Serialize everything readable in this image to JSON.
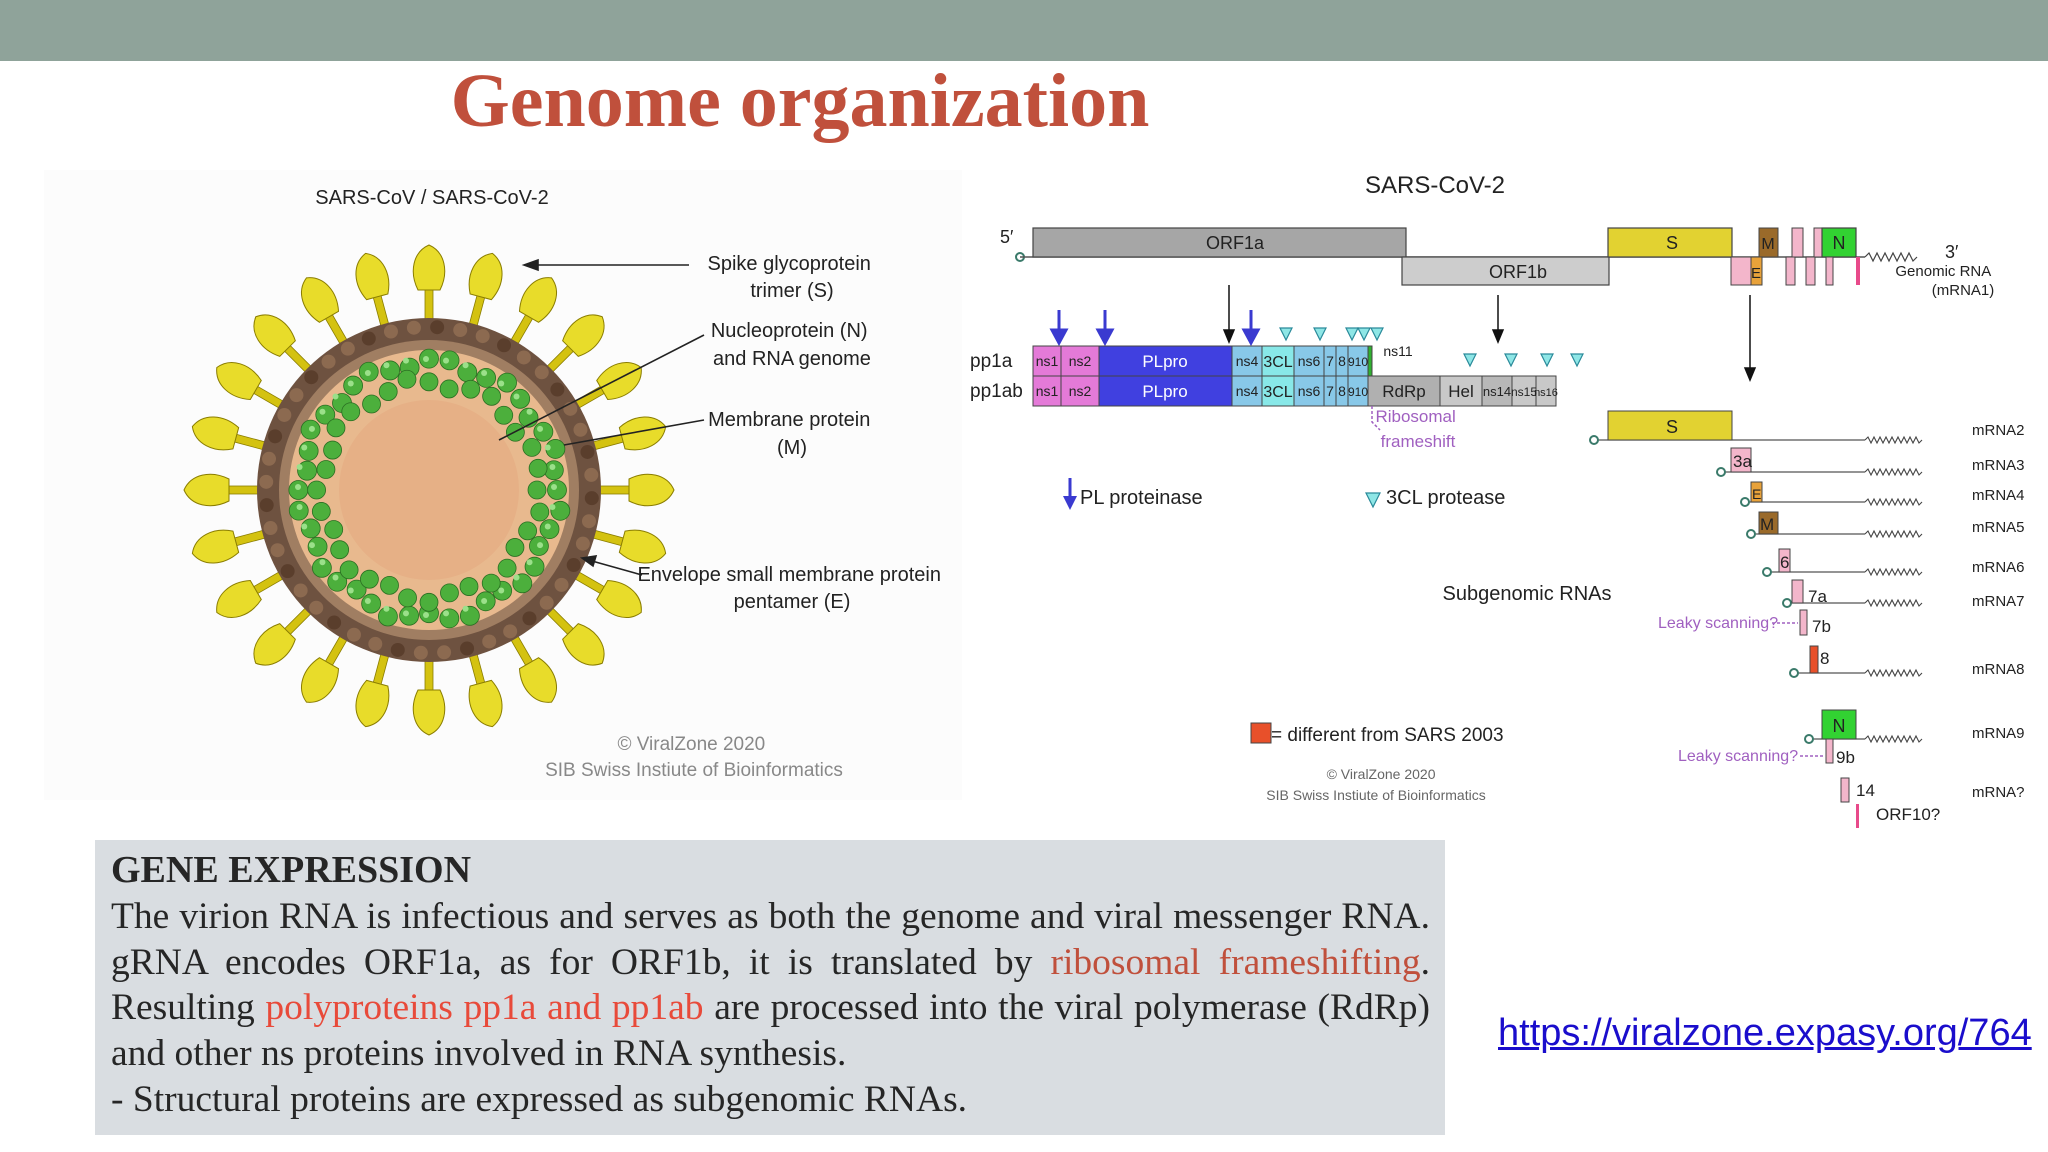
{
  "slide": {
    "title": "Genome organization",
    "url": "https://viralzone.expasy.org/764"
  },
  "virion": {
    "header": "SARS-CoV / SARS-CoV-2",
    "labels": {
      "spike": [
        "Spike glycoprotein",
        "trimer (S)"
      ],
      "nucleoprotein": [
        "Nucleoprotein (N)",
        "and RNA genome"
      ],
      "membrane": [
        "Membrane protein",
        "(M)"
      ],
      "envelope": [
        "Envelope small membrane protein",
        "pentamer (E)"
      ]
    },
    "credit": [
      "© ViralZone 2020",
      "SIB Swiss Instiute of Bioinformatics"
    ]
  },
  "genome": {
    "header": "SARS-CoV-2",
    "five_prime": "5′",
    "three_prime": "3′",
    "genomic_rna": [
      "Genomic RNA",
      "(mRNA1)"
    ],
    "orf1a": "ORF1a",
    "orf1b": "ORF1b",
    "genes": {
      "s": "S",
      "m": "M",
      "n": "N",
      "e": "E"
    },
    "pp1a": "pp1a",
    "pp1ab": "pp1ab",
    "ns": {
      "ns1": "ns1",
      "ns2": "ns2",
      "plpro": "PLpro",
      "ns4": "ns4",
      "cl3": "3CL",
      "ns6": "ns6",
      "n7": "7",
      "n8": "8",
      "n910": "910",
      "ns11": "ns11",
      "rdrp": "RdRp",
      "hel": "Hel",
      "ns14": "ns14",
      "ns15": "ns15",
      "ns16": "ns16"
    },
    "ribosomal_frameshift": [
      "Ribosomal",
      "frameshift"
    ],
    "legend": {
      "pl": "PL proteinase",
      "cl": "3CL protease",
      "diff": "= different from SARS 2003"
    },
    "subgenomic": "Subgenomic RNAs",
    "leaky": "Leaky scanning?",
    "mrnas": [
      "mRNA2",
      "mRNA3",
      "mRNA4",
      "mRNA5",
      "mRNA6",
      "mRNA7",
      "mRNA8",
      "mRNA9",
      "mRNA?"
    ],
    "orfs": {
      "s": "S",
      "a3": "3a",
      "e": "E",
      "m": "M",
      "six": "6",
      "a7": "7a",
      "b7": "7b",
      "eight": "8",
      "n": "N",
      "b9": "9b",
      "f14": "14",
      "orf10": "ORF10?"
    },
    "credit": [
      "© ViralZone 2020",
      "SIB Swiss Instiute of Bioinformatics"
    ]
  },
  "gene_expression": {
    "heading": "GENE EXPRESSION",
    "p1_a": "The virion RNA is infectious and serves as both the genome and viral messenger RNA. gRNA encodes ORF1a, as for ORF1b, it is translated by ",
    "p1_hl1": "ribosomal frameshifting",
    "p1_b": ". Resulting ",
    "p1_hl2": "polyproteins pp1a and pp1ab",
    "p1_c": " are processed into the viral polymerase (RdRp) and other ns proteins involved in RNA synthesis.",
    "p2": "- Structural proteins are expressed as subgenomic RNAs."
  },
  "colors": {
    "title": "#c0503c",
    "topbar": "#8fa39a",
    "box": "#d9dde1",
    "link": "#1a0dcc"
  }
}
